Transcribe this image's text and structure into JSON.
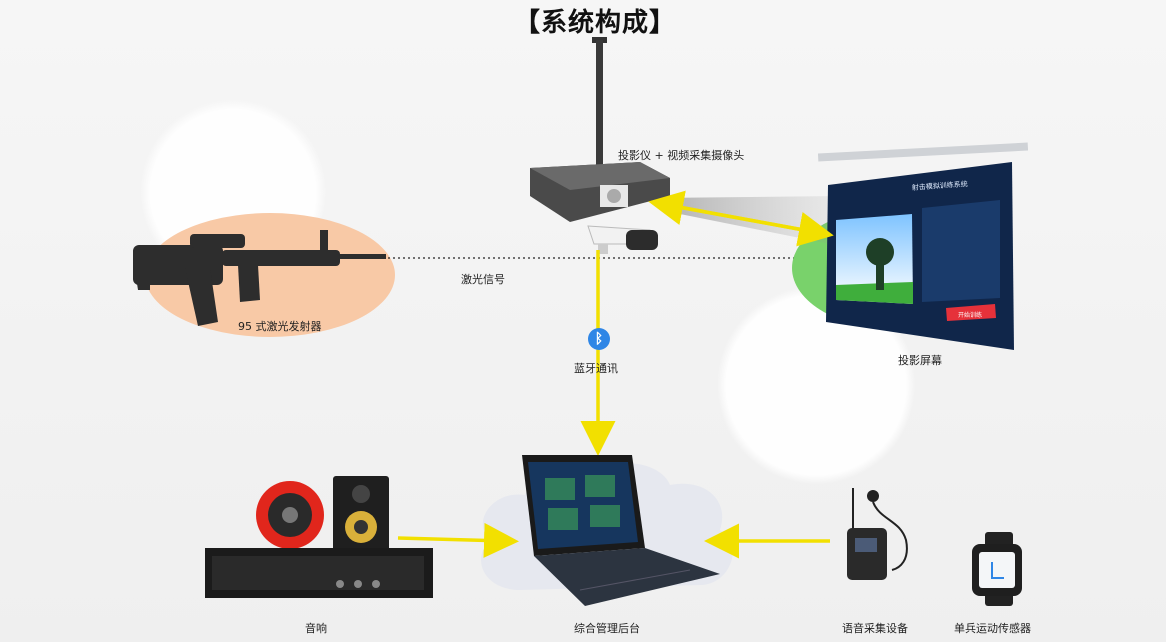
{
  "title": "【系统构成】",
  "labels": {
    "projector": "投影仪 + 视频采集摄像头",
    "laser_signal": "激光信号",
    "rifle": "95 式激光发射器",
    "screen": "投影屏幕",
    "bluetooth": "蓝牙通讯",
    "laptop": "综合管理后台",
    "speaker": "音响",
    "voice": "语音采集设备",
    "sensor": "单兵运动传感器"
  },
  "screen_ui": {
    "header": "射击模拟训练系统",
    "button": "开始训练"
  },
  "colors": {
    "arrow": "#f2e000",
    "rifle_bg": "#f8c9a6",
    "screen_bg": "#79d26b",
    "cloud": "#e6e8ef",
    "bt": "#2f86e6"
  }
}
